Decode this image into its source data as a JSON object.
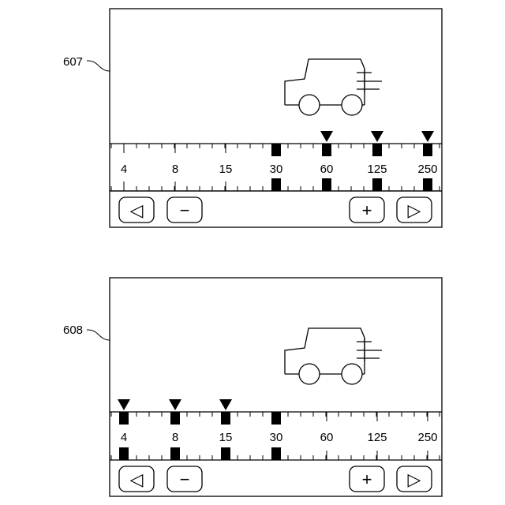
{
  "panels": [
    {
      "ref_label": "607",
      "scale_values": [
        "4",
        "8",
        "15",
        "30",
        "60",
        "125",
        "250"
      ],
      "block_markers": [
        3,
        4,
        5,
        6
      ],
      "triangle_markers": [
        4,
        5,
        6
      ],
      "buttons": {
        "left": "◁",
        "minus": "−",
        "plus": "+",
        "right": "▷"
      }
    },
    {
      "ref_label": "608",
      "scale_values": [
        "4",
        "8",
        "15",
        "30",
        "60",
        "125",
        "250"
      ],
      "block_markers": [
        0,
        1,
        2,
        3
      ],
      "triangle_markers": [
        0,
        1,
        2
      ],
      "buttons": {
        "left": "◁",
        "minus": "−",
        "plus": "+",
        "right": "▷"
      }
    }
  ]
}
